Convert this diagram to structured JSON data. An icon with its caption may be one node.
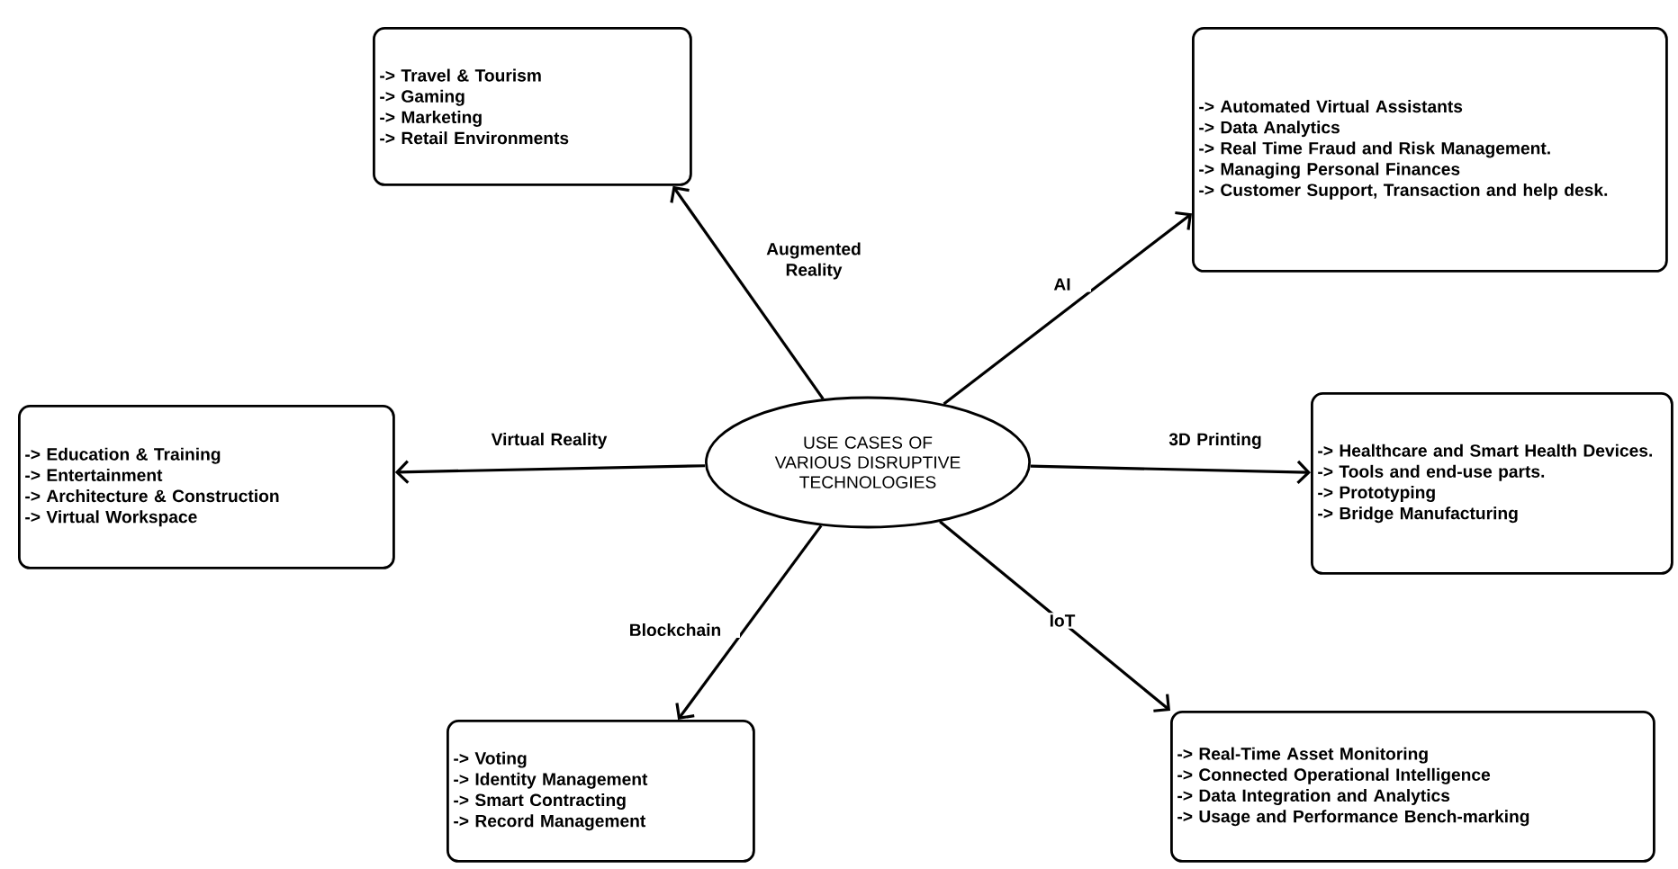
{
  "diagram": {
    "nodes": [
      {
        "text": [
          "USE CASES OF VARIOUS DISRUPTIVE TECHNOLOGIES"
        ]
      },
      {
        "text": [
          "-> Travel & Tourism",
          "-> Gaming",
          "-> Marketing",
          "-> Retail Environments"
        ]
      },
      {
        "text": [
          "-> Automated Virtual Assistants",
          "-> Data Analytics",
          "-> Real Time Fraud and Risk Management.",
          "-> Managing Personal Finances",
          "-> Customer Support, Transaction and help desk."
        ]
      },
      {
        "text": [
          "-> Education & Training",
          "-> Entertainment",
          "-> Architecture & Construction",
          "-> Virtual Workspace"
        ]
      },
      {
        "text": [
          "-> Healthcare and Smart Health Devices.",
          "-> Tools and end-use parts.",
          "-> Prototyping",
          "-> Bridge Manufacturing"
        ]
      },
      {
        "text": [
          "-> Voting",
          "-> Identity Management",
          "-> Smart Contracting",
          "-> Record Management"
        ]
      },
      {
        "text": [
          "-> Real-Time Asset Monitoring",
          "-> Connected Operational Intelligence",
          "-> Data Integration and Analytics",
          "-> Usage and Performance Bench-marking"
        ]
      }
    ],
    "edges": [
      {
        "from": 0,
        "to": 1,
        "arrow": "to",
        "label": "Augmented Reality"
      },
      {
        "from": 0,
        "to": 2,
        "arrow": "to",
        "label": "AI"
      },
      {
        "from": 0,
        "to": 3,
        "arrow": "to",
        "label": "Virtual Reality"
      },
      {
        "from": 0,
        "to": 4,
        "arrow": "to",
        "label": "3D Printing"
      },
      {
        "from": 0,
        "to": 5,
        "arrow": "to",
        "label": "Blockchain"
      },
      {
        "from": 0,
        "to": 6,
        "arrow": "to",
        "label": "IoT"
      }
    ]
  }
}
